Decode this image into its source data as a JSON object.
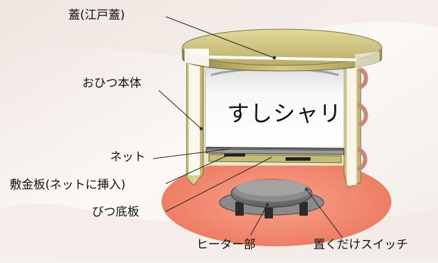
{
  "labels": {
    "lid": "蓋(江戸蓋)",
    "body": "おひつ本体",
    "rice": "すしシャリ",
    "net": "ネット",
    "plate": "敷金板(ネットに挿入)",
    "bottom": "びつ底板",
    "heater": "ヒーター部",
    "switch": "置くだけスイッチ"
  },
  "colors": {
    "background": "#f7f1ee",
    "plate_orange": "#f0846c",
    "wood": "#cbbf7a",
    "wood_dark": "#9a8f4a",
    "body_white": "#ffffff",
    "copper_band": "#c9877c",
    "heater_gray": "#7c7c7c"
  }
}
